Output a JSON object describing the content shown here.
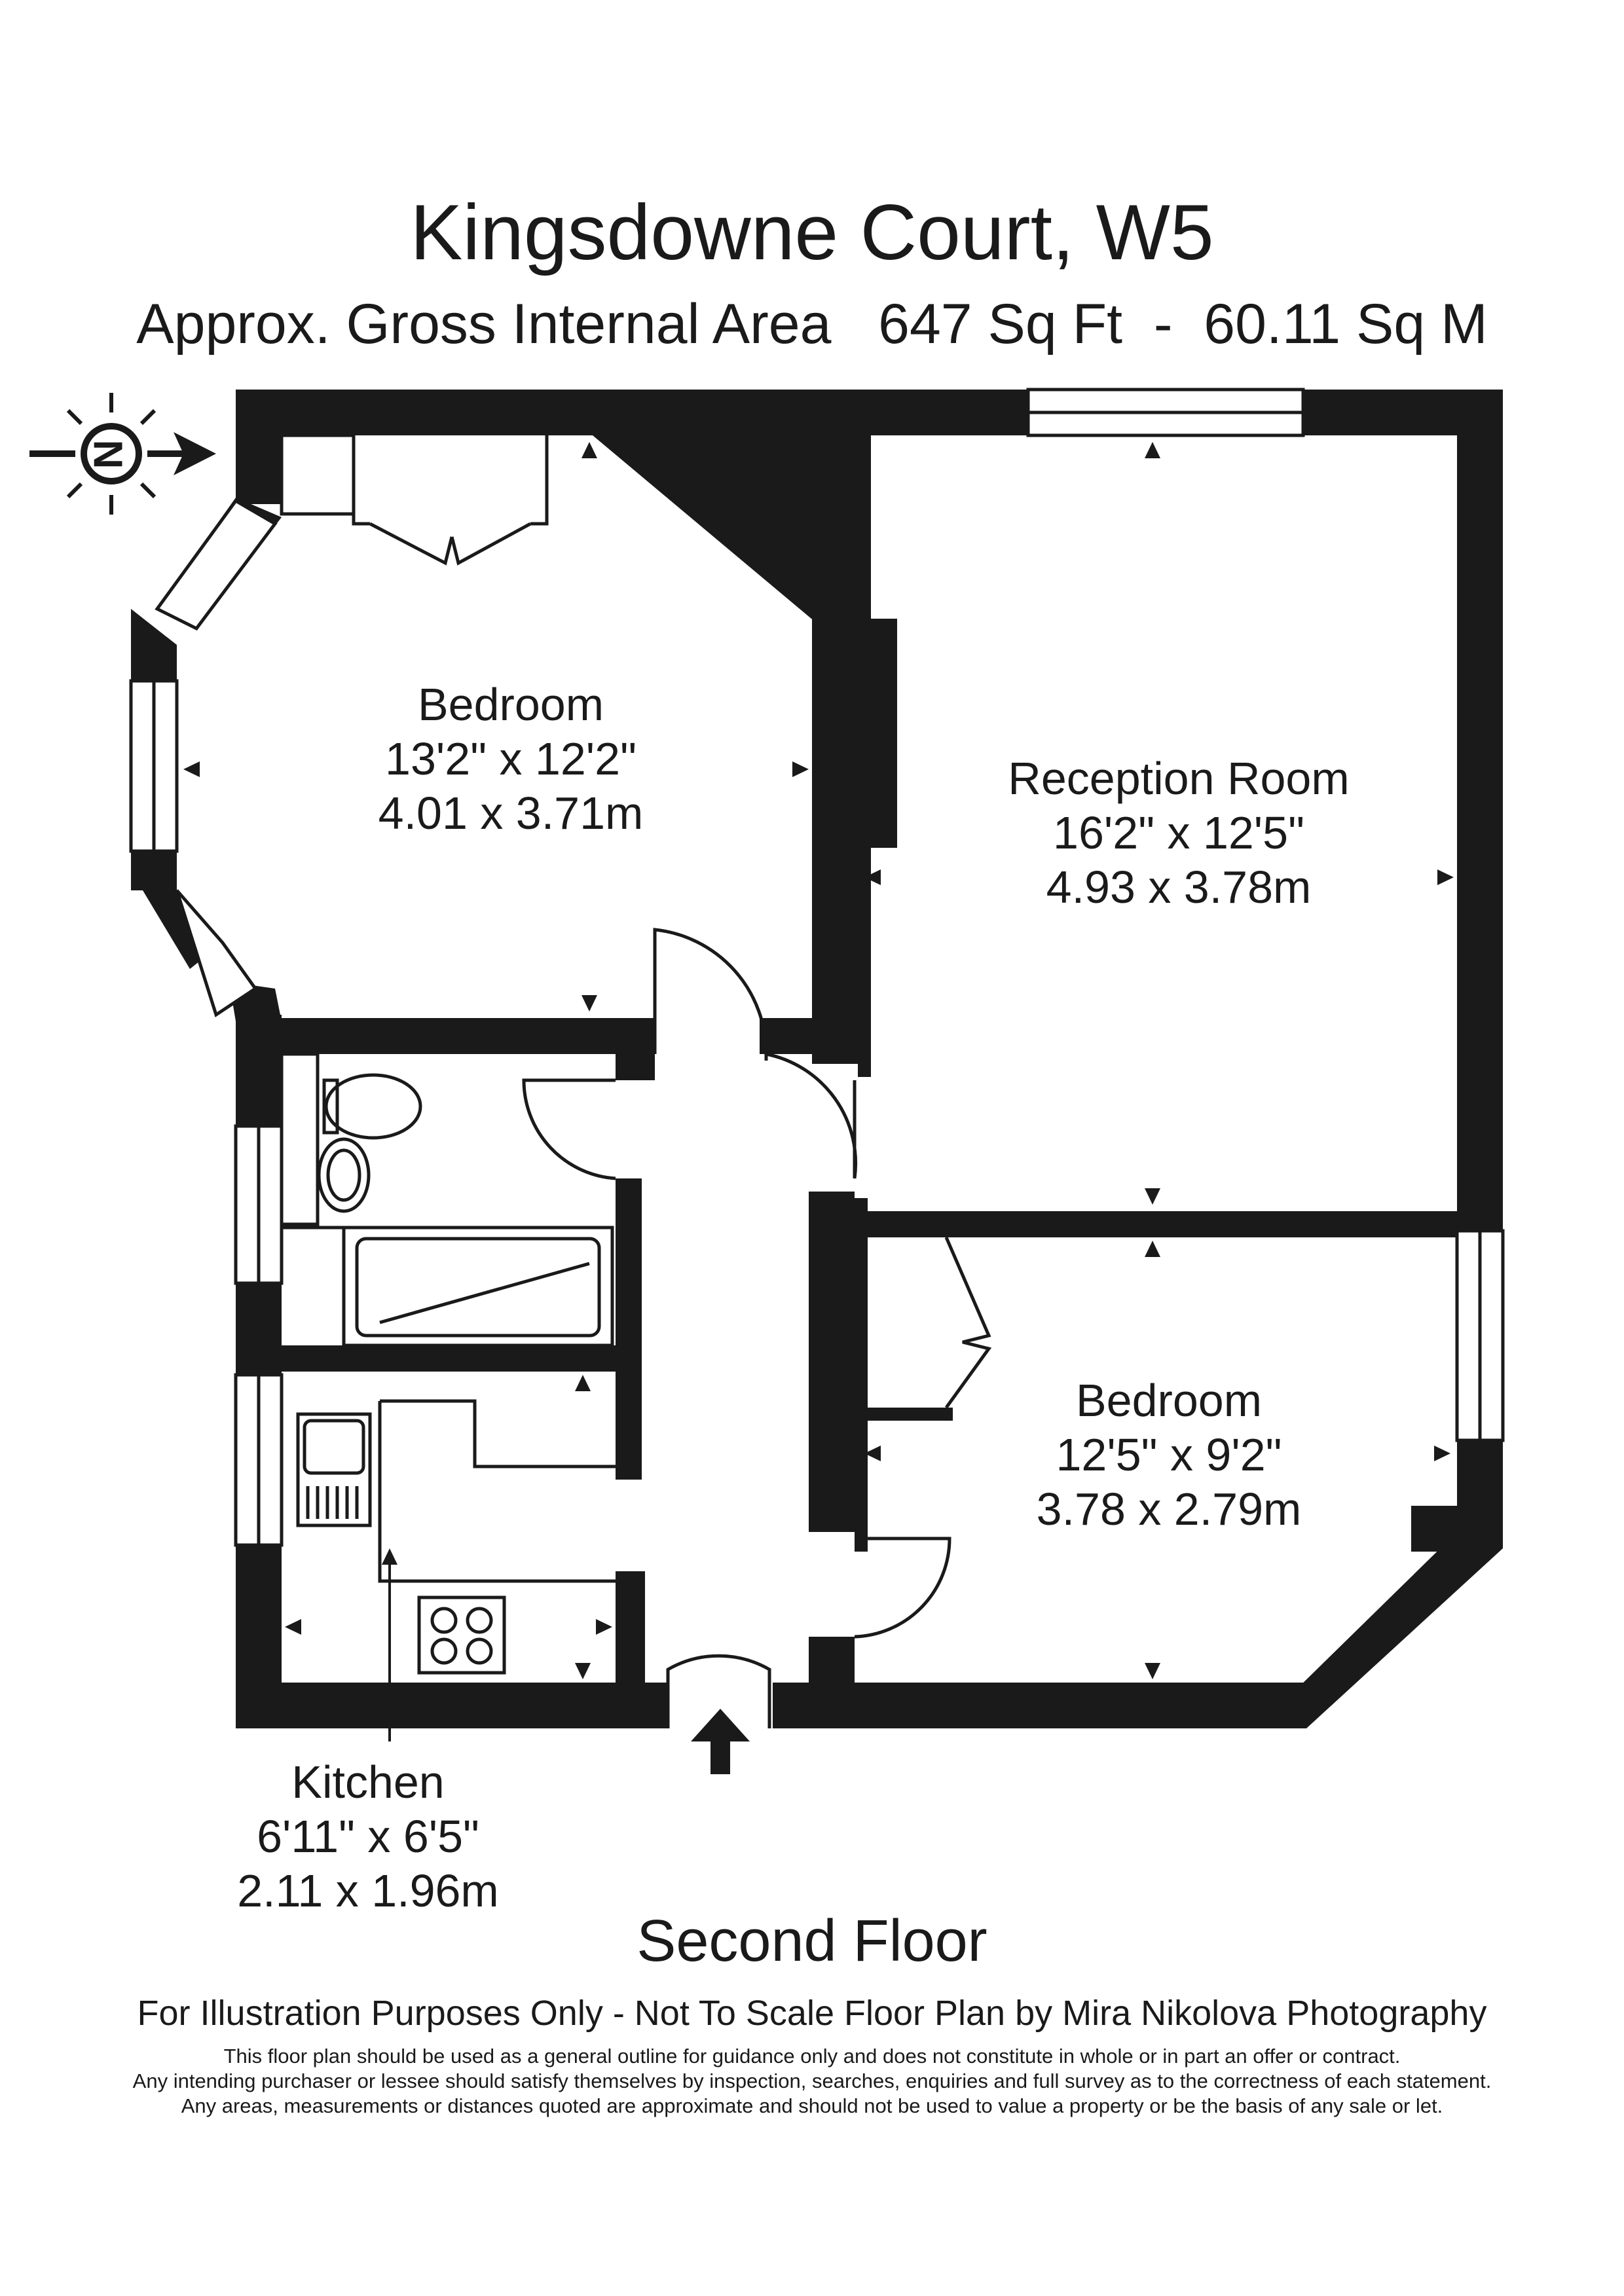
{
  "header": {
    "title": "Kingsdowne Court, W5",
    "area_label": "Approx. Gross Internal Area",
    "area_sqft": "647 Sq Ft",
    "area_sep": "-",
    "area_sqm": "60.11 Sq M"
  },
  "compass": {
    "letter": "N",
    "icon": "compass-icon"
  },
  "rooms": [
    {
      "name": "Bedroom",
      "imperial": "13'2\" x 12'2\"",
      "metric": "4.01 x 3.71m"
    },
    {
      "name": "Reception Room",
      "imperial": "16'2\" x 12'5\"",
      "metric": "4.93 x 3.78m"
    },
    {
      "name": "Bedroom",
      "imperial": "12'5\" x 9'2\"",
      "metric": "3.78 x 2.79m"
    },
    {
      "name": "Kitchen",
      "imperial": "6'11\" x 6'5\"",
      "metric": "2.11 x 1.96m"
    }
  ],
  "floor_label": "Second Floor",
  "footer": {
    "credits": "For Illustration Purposes Only - Not To Scale  Floor Plan by  Mira Nikolova Photography",
    "disclaimer": [
      "This floor plan should be used as a general outline for guidance only and does not constitute in whole or in part an offer or contract.",
      "Any intending purchaser or lessee should satisfy themselves by inspection, searches, enquiries and full survey as to the correctness of each statement.",
      "Any areas, measurements or distances quoted are approximate and should not be used to value a property or be the basis of any sale or let."
    ]
  },
  "colors": {
    "wall": "#1a1a1a",
    "background": "#ffffff"
  }
}
